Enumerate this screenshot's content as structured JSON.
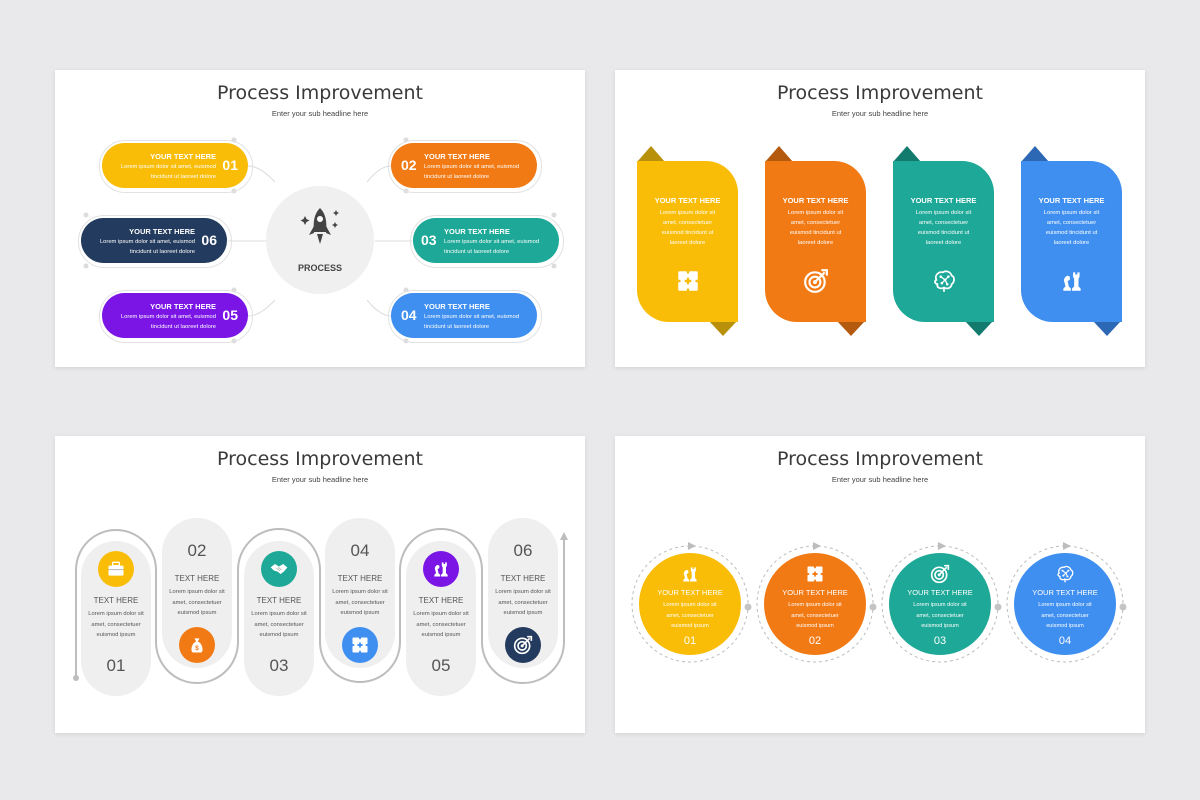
{
  "slides": [
    {
      "title": "Process Improvement",
      "subtitle": "Enter your sub headline here",
      "center_label": "PROCESS",
      "items": [
        {
          "num": "01",
          "title": "YOUR TEXT HERE",
          "body1": "Lorem ipsum dolor sit amet, euismod",
          "body2": "tincidunt ut laoreet dolore",
          "color": "#f9bd08"
        },
        {
          "num": "02",
          "title": "YOUR TEXT HERE",
          "body1": "Lorem ipsum dolor sit amet, euismod",
          "body2": "tincidunt ut laoreet dolore",
          "color": "#f27a14"
        },
        {
          "num": "03",
          "title": "YOUR TEXT HERE",
          "body1": "Lorem ipsum dolor sit amet, euismod",
          "body2": "tincidunt ut laoreet dolore",
          "color": "#1da897"
        },
        {
          "num": "04",
          "title": "YOUR TEXT HERE",
          "body1": "Lorem ipsum dolor sit amet, euismod",
          "body2": "tincidunt ut laoreet dolore",
          "color": "#3f8ff0"
        },
        {
          "num": "05",
          "title": "YOUR TEXT HERE",
          "body1": "Lorem ipsum dolor sit amet, euismod",
          "body2": "tincidunt ut laoreet dolore",
          "color": "#7a15e6"
        },
        {
          "num": "06",
          "title": "YOUR TEXT HERE",
          "body1": "Lorem ipsum dolor sit amet, euismod",
          "body2": "tincidunt ut laoreet dolore",
          "color": "#233b5e"
        }
      ]
    },
    {
      "title": "Process Improvement",
      "subtitle": "Enter your sub headline here",
      "cards": [
        {
          "title": "YOUR TEXT HERE",
          "lines": [
            "Lorem ipsum dolor sit",
            "amet, consectetuer",
            "euismod tincidunt ut",
            "laoreet dolore"
          ],
          "icon": "puzzle-icon",
          "color": "#f9bd08",
          "dark": "#b9900a"
        },
        {
          "title": "YOUR TEXT HERE",
          "lines": [
            "Lorem ipsum dolor sit",
            "amet, consectetuer",
            "euismod tincidunt ut",
            "laoreet dolore"
          ],
          "icon": "target-icon",
          "color": "#f27a14",
          "dark": "#b35a0f"
        },
        {
          "title": "YOUR TEXT HERE",
          "lines": [
            "Lorem ipsum dolor sit",
            "amet, consectetuer",
            "euismod tincidunt ut",
            "laoreet dolore"
          ],
          "icon": "brain-icon",
          "color": "#1da897",
          "dark": "#137a6e"
        },
        {
          "title": "YOUR TEXT HERE",
          "lines": [
            "Lorem ipsum dolor sit",
            "amet, consectetuer",
            "euismod tincidunt ut",
            "laoreet dolore"
          ],
          "icon": "chess-icon",
          "color": "#3f8ff0",
          "dark": "#2c68b3"
        }
      ]
    },
    {
      "title": "Process Improvement",
      "subtitle": "Enter your sub headline here",
      "steps": [
        {
          "num": "01",
          "title": "TEXT HERE",
          "lines": [
            "Lorem ipsum dolor sit",
            "amet, consectetuer",
            "euismod ipsum"
          ],
          "icon": "briefcase-icon",
          "color": "#f9bd08"
        },
        {
          "num": "02",
          "title": "TEXT HERE",
          "lines": [
            "Lorem ipsum dolor sit",
            "amet, consectetuer",
            "euismod ipsum"
          ],
          "icon": "money-bag-icon",
          "color": "#f27a14"
        },
        {
          "num": "03",
          "title": "TEXT HERE",
          "lines": [
            "Lorem ipsum dolor sit",
            "amet, consectetuer",
            "euismod ipsum"
          ],
          "icon": "handshake-icon",
          "color": "#1da897"
        },
        {
          "num": "04",
          "title": "TEXT HERE",
          "lines": [
            "Lorem ipsum dolor sit",
            "amet, consectetuer",
            "euismod ipsum"
          ],
          "icon": "puzzle-icon",
          "color": "#3f8ff0"
        },
        {
          "num": "05",
          "title": "TEXT HERE",
          "lines": [
            "Lorem ipsum dolor sit",
            "amet, consectetuer",
            "euismod ipsum"
          ],
          "icon": "chess-icon",
          "color": "#7a15e6"
        },
        {
          "num": "06",
          "title": "TEXT HERE",
          "lines": [
            "Lorem ipsum dolor sit",
            "amet, consectetuer",
            "euismod ipsum"
          ],
          "icon": "target-icon",
          "color": "#233b5e"
        }
      ]
    },
    {
      "title": "Process Improvement",
      "subtitle": "Enter your sub headline here",
      "circles": [
        {
          "num": "01",
          "title": "YOUR TEXT HERE",
          "lines": [
            "Lorem ipsum dolor sit",
            "amet, consectetuer",
            "euismod ipsum"
          ],
          "icon": "chess-icon",
          "color": "#f9bd08"
        },
        {
          "num": "02",
          "title": "YOUR TEXT HERE",
          "lines": [
            "Lorem ipsum dolor sit",
            "amet, consectetuer",
            "euismod ipsum"
          ],
          "icon": "puzzle-icon",
          "color": "#f27a14"
        },
        {
          "num": "03",
          "title": "YOUR TEXT HERE",
          "lines": [
            "Lorem ipsum dolor sit",
            "amet, consectetuer",
            "euismod ipsum"
          ],
          "icon": "target-icon",
          "color": "#1da897"
        },
        {
          "num": "04",
          "title": "YOUR TEXT HERE",
          "lines": [
            "Lorem ipsum dolor sit",
            "amet, consectetuer",
            "euismod ipsum"
          ],
          "icon": "brain-icon",
          "color": "#3f8ff0"
        }
      ]
    }
  ]
}
